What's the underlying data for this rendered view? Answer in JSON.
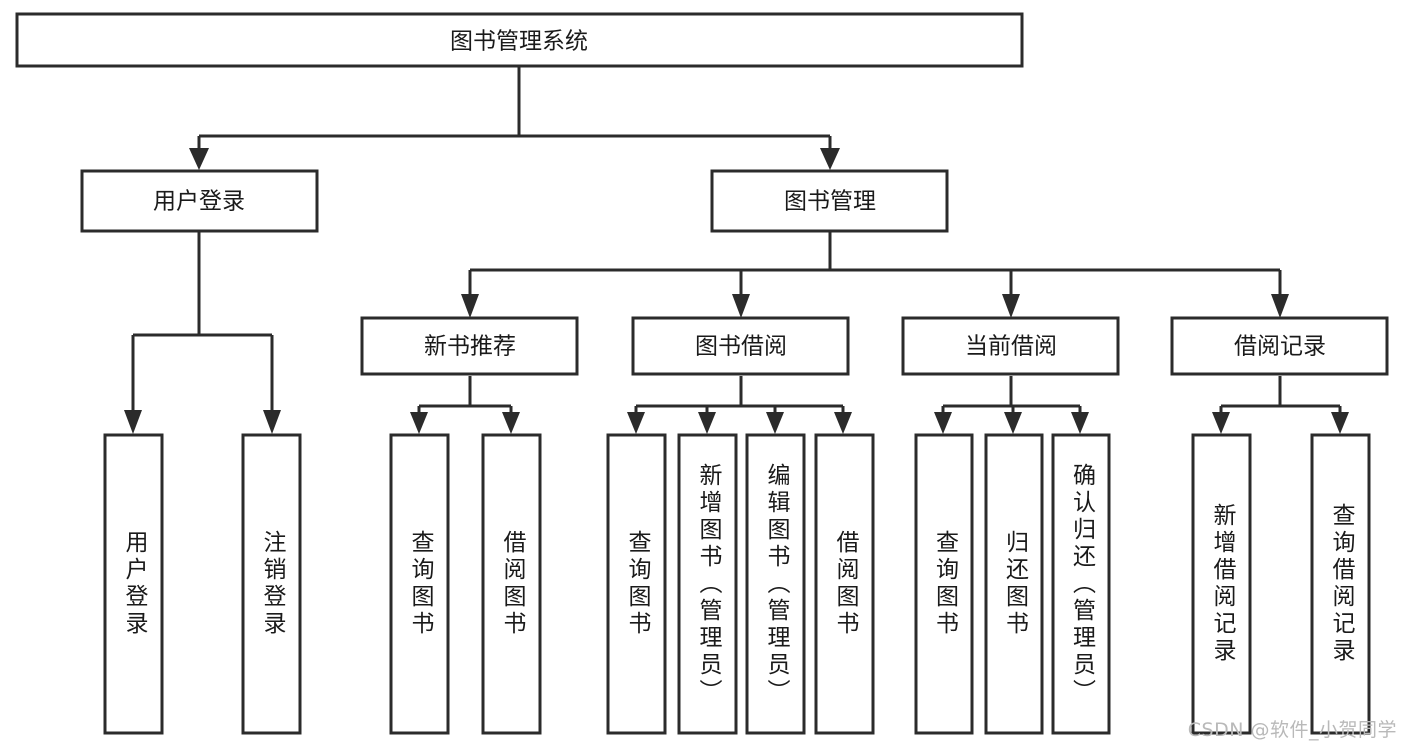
{
  "diagram": {
    "title": "图书管理系统",
    "type": "hierarchy-tree",
    "root": {
      "id": "root",
      "label": "图书管理系统"
    },
    "level2": [
      {
        "id": "user-login",
        "label": "用户登录"
      },
      {
        "id": "book-manage",
        "label": "图书管理"
      }
    ],
    "level3": [
      {
        "id": "new-book-rec",
        "label": "新书推荐",
        "parent": "book-manage"
      },
      {
        "id": "book-borrow",
        "label": "图书借阅",
        "parent": "book-manage"
      },
      {
        "id": "current-borrow",
        "label": "当前借阅",
        "parent": "book-manage"
      },
      {
        "id": "borrow-record",
        "label": "借阅记录",
        "parent": "book-manage"
      }
    ],
    "leaves": [
      {
        "id": "leaf-user-login",
        "label": "用户登录",
        "parent": "user-login"
      },
      {
        "id": "leaf-logout-login",
        "label": "注销登录",
        "parent": "user-login"
      },
      {
        "id": "leaf-query-book-1",
        "label": "查询图书",
        "parent": "new-book-rec"
      },
      {
        "id": "leaf-borrow-book-1",
        "label": "借阅图书",
        "parent": "new-book-rec"
      },
      {
        "id": "leaf-query-book-2",
        "label": "查询图书",
        "parent": "book-borrow"
      },
      {
        "id": "leaf-add-book",
        "label": "新增图书（管理员）",
        "parent": "book-borrow"
      },
      {
        "id": "leaf-edit-book",
        "label": "编辑图书（管理员）",
        "parent": "book-borrow"
      },
      {
        "id": "leaf-borrow-book-2",
        "label": "借阅图书",
        "parent": "book-borrow"
      },
      {
        "id": "leaf-query-book-3",
        "label": "查询图书",
        "parent": "current-borrow"
      },
      {
        "id": "leaf-return-book",
        "label": "归还图书",
        "parent": "current-borrow"
      },
      {
        "id": "leaf-confirm-return",
        "label": "确认归还（管理员）",
        "parent": "current-borrow"
      },
      {
        "id": "leaf-add-record",
        "label": "新增借阅记录",
        "parent": "borrow-record"
      },
      {
        "id": "leaf-query-record",
        "label": "查询借阅记录",
        "parent": "borrow-record"
      }
    ]
  },
  "watermark": {
    "text": "CSDN @软件_小贺同学"
  },
  "colors": {
    "stroke": "#2b2b2b",
    "fill": "#ffffff",
    "text": "#1a1a1a",
    "watermark": "#b9b9b9"
  }
}
